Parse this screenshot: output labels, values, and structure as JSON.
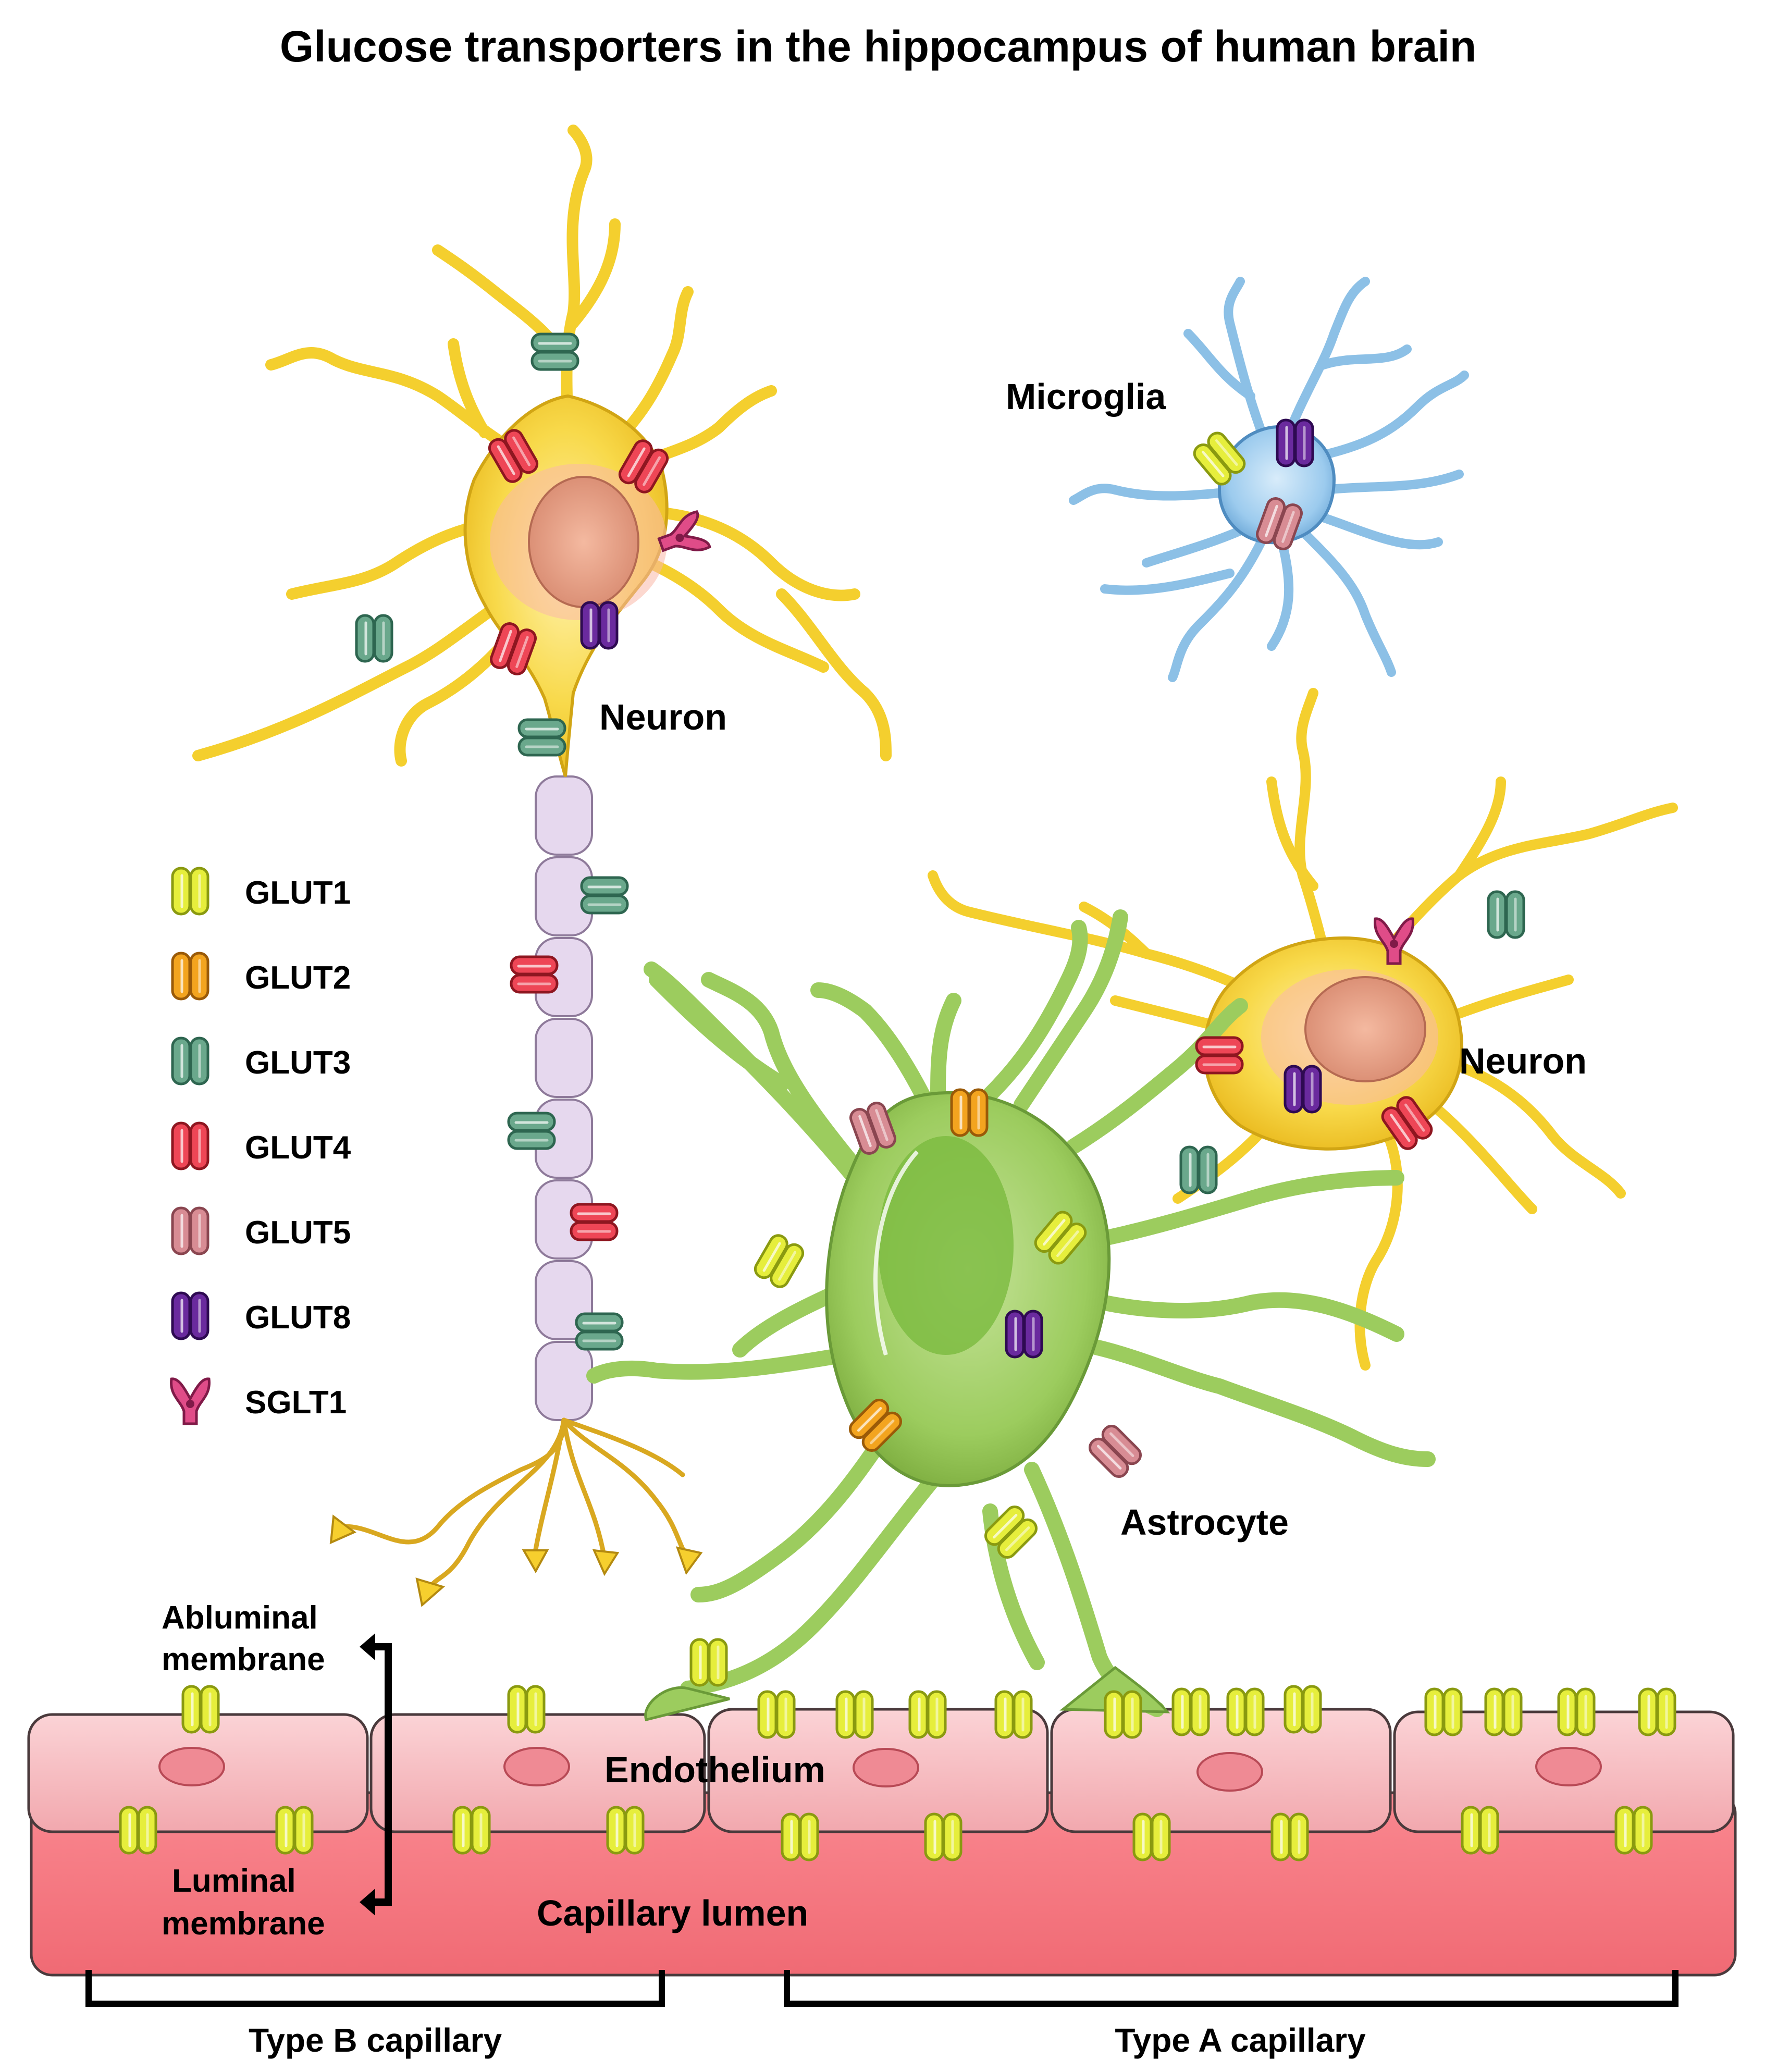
{
  "title": "Glucose transporters in the hippocampus of human brain",
  "labels": {
    "neuron_top": "Neuron",
    "neuron_right": "Neuron",
    "microglia": "Microglia",
    "astrocyte": "Astrocyte",
    "endothelium": "Endothelium",
    "capillary_lumen": "Capillary lumen",
    "abluminal_line1": "Abluminal",
    "abluminal_line2": "membrane",
    "luminal_line1": "Luminal",
    "luminal_line2": "membrane",
    "type_b": "Type B capillary",
    "type_a": "Type A capillary"
  },
  "legend": [
    {
      "label": "GLUT1",
      "color": "#e6ee3c",
      "dark": "#8a9a10",
      "icon": "glut1-transporter-icon"
    },
    {
      "label": "GLUT2",
      "color": "#f3a41f",
      "dark": "#9a5a08",
      "icon": "glut2-transporter-icon"
    },
    {
      "label": "GLUT3",
      "color": "#6aa88c",
      "dark": "#2e6650",
      "icon": "glut3-transporter-icon"
    },
    {
      "label": "GLUT4",
      "color": "#ee4656",
      "dark": "#8e1620",
      "icon": "glut4-transporter-icon"
    },
    {
      "label": "GLUT5",
      "color": "#d88c94",
      "dark": "#8a4650",
      "icon": "glut5-transporter-icon"
    },
    {
      "label": "GLUT8",
      "color": "#6a2a9e",
      "dark": "#2e0a52",
      "icon": "glut8-transporter-icon"
    },
    {
      "label": "SGLT1",
      "color": "#e04c88",
      "dark": "#801a48",
      "icon": "sglt1-transporter-icon"
    }
  ],
  "colors": {
    "neuron": "#f6d23c",
    "neuron_light": "#fbe88a",
    "microglia": "#8cc0e6",
    "astrocyte": "#9ccc5e",
    "myelin": "#e4d6ea",
    "endothelium": "#f5b8bc",
    "lumen": "#f87880"
  }
}
